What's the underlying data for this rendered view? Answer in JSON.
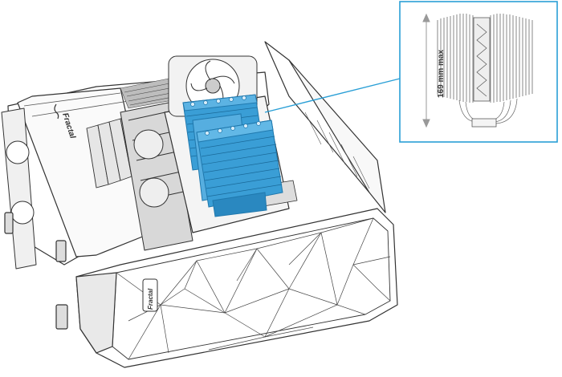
{
  "brand": {
    "top_panel_logo": "Fractal",
    "front_badge": "Fractal"
  },
  "callout": {
    "height_limit": "169 mm max"
  },
  "colors": {
    "highlight_cooler": "#3a9ed6",
    "highlight_cooler_dark": "#1f78ad",
    "callout_line": "#2a9fd6",
    "line_art": "#333333"
  },
  "icons": [
    "fractal-logo-icon",
    "dimension-arrow-icon"
  ]
}
